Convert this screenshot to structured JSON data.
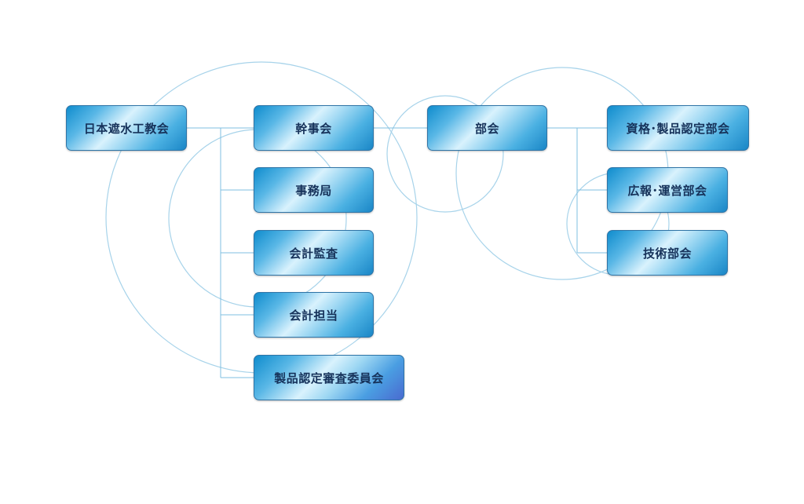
{
  "diagram": {
    "nodes": {
      "japan_waterproofing": "日本遮水工教会",
      "executive_committee": "幹事会",
      "secretariat": "事務局",
      "audit": "会計監査",
      "accounting": "会計担当",
      "product_certification_review": "製品認定審査委員会",
      "subcommittee": "部会",
      "qualification_product_certification": "資格･製品認定部会",
      "pr_operations": "広報･運営部会",
      "technical": "技術部会"
    },
    "connections": [
      [
        "japan_waterproofing",
        "executive_committee"
      ],
      [
        "japan_waterproofing",
        "secretariat"
      ],
      [
        "japan_waterproofing",
        "audit"
      ],
      [
        "japan_waterproofing",
        "accounting"
      ],
      [
        "japan_waterproofing",
        "product_certification_review"
      ],
      [
        "executive_committee",
        "subcommittee"
      ],
      [
        "subcommittee",
        "qualification_product_certification"
      ],
      [
        "subcommittee",
        "pr_operations"
      ],
      [
        "subcommittee",
        "technical"
      ]
    ]
  }
}
